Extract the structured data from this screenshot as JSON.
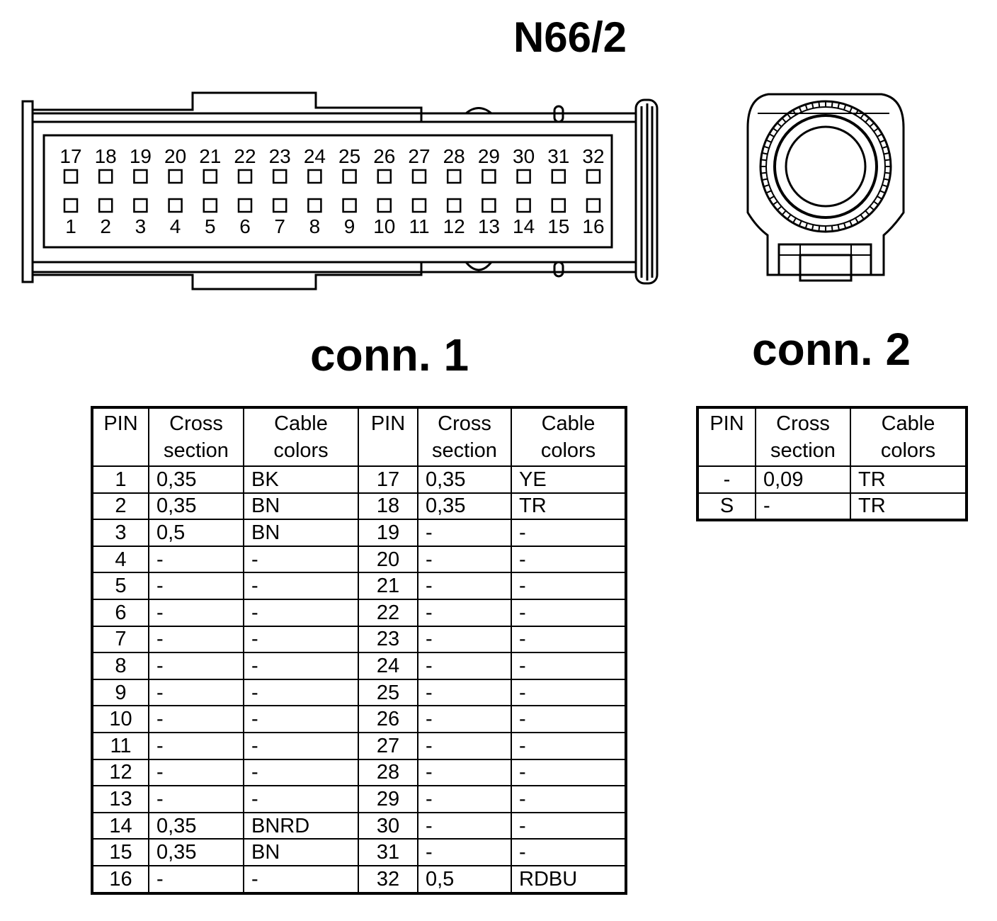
{
  "title": "N66/2",
  "connectors": {
    "conn1": {
      "label": "conn. 1",
      "top_row_pins": [
        "17",
        "18",
        "19",
        "20",
        "21",
        "22",
        "23",
        "24",
        "25",
        "26",
        "27",
        "28",
        "29",
        "30",
        "31",
        "32"
      ],
      "bottom_row_pins": [
        "1",
        "2",
        "3",
        "4",
        "5",
        "6",
        "7",
        "8",
        "9",
        "10",
        "11",
        "12",
        "13",
        "14",
        "15",
        "16"
      ]
    },
    "conn2": {
      "label": "conn. 2"
    }
  },
  "table1": {
    "headers": [
      "PIN",
      "Cross\nsection",
      "Cable\ncolors",
      "PIN",
      "Cross\nsection",
      "Cable\ncolors"
    ],
    "rows": [
      [
        "1",
        "0,35",
        "BK",
        "17",
        "0,35",
        "YE"
      ],
      [
        "2",
        "0,35",
        "BN",
        "18",
        "0,35",
        "TR"
      ],
      [
        "3",
        "0,5",
        "BN",
        "19",
        "-",
        "-"
      ],
      [
        "4",
        "-",
        "-",
        "20",
        "-",
        "-"
      ],
      [
        "5",
        "-",
        "-",
        "21",
        "-",
        "-"
      ],
      [
        "6",
        "-",
        "-",
        "22",
        "-",
        "-"
      ],
      [
        "7",
        "-",
        "-",
        "23",
        "-",
        "-"
      ],
      [
        "8",
        "-",
        "-",
        "24",
        "-",
        "-"
      ],
      [
        "9",
        "-",
        "-",
        "25",
        "-",
        "-"
      ],
      [
        "10",
        "-",
        "-",
        "26",
        "-",
        "-"
      ],
      [
        "11",
        "-",
        "-",
        "27",
        "-",
        "-"
      ],
      [
        "12",
        "-",
        "-",
        "28",
        "-",
        "-"
      ],
      [
        "13",
        "-",
        "-",
        "29",
        "-",
        "-"
      ],
      [
        "14",
        "0,35",
        "BNRD",
        "30",
        "-",
        "-"
      ],
      [
        "15",
        "0,35",
        "BN",
        "31",
        "-",
        "-"
      ],
      [
        "16",
        "-",
        "-",
        "32",
        "0,5",
        "RDBU"
      ]
    ]
  },
  "table2": {
    "headers": [
      "PIN",
      "Cross\nsection",
      "Cable\ncolors"
    ],
    "rows": [
      [
        "-",
        "0,09",
        "TR"
      ],
      [
        "S",
        "-",
        "TR"
      ]
    ]
  }
}
